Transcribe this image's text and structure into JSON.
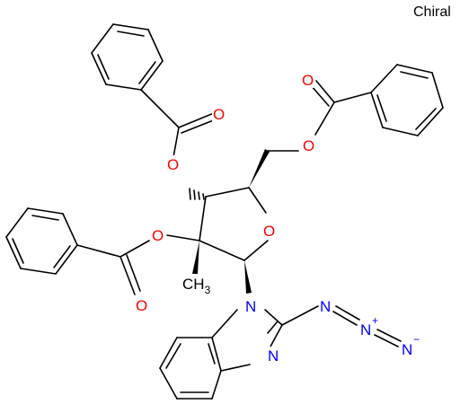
{
  "chirality_label": "Chiral",
  "atoms": {
    "o_ring": "O",
    "o_ester_c5": "O",
    "o_carbonyl_c5": "O",
    "o_ester_c3": "O",
    "o_carbonyl_c3": "O",
    "o_ester_c2": "O",
    "o_carbonyl_c2": "O",
    "methyl_main": "CH",
    "methyl_sub": "3",
    "n1": "N",
    "n3": "N",
    "azide_n1": "N",
    "azide_n2": "N",
    "azide_n2_charge": "+",
    "azide_n3": "N",
    "azide_n3_charge": "−"
  },
  "colors": {
    "bond": "#000000",
    "oxygen": "#ff0000",
    "nitrogen": "#0000ff",
    "carbon": "#000000"
  }
}
